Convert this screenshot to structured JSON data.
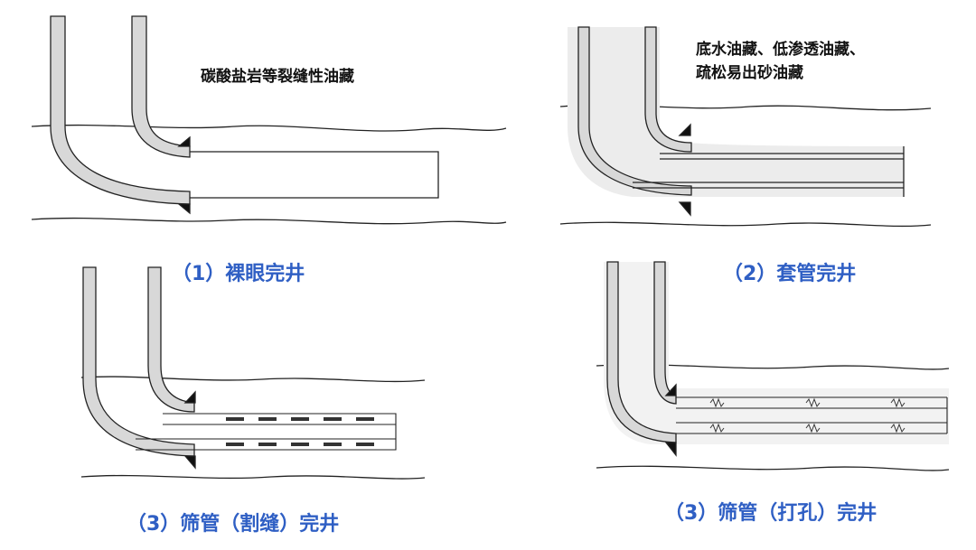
{
  "panels": [
    {
      "caption": "（1）裸眼完井",
      "note": "碳酸盐岩等裂缝性油藏"
    },
    {
      "caption": "（2）套管完井",
      "note_line1": "底水油藏、低渗透油藏、",
      "note_line2": "疏松易出砂油藏"
    },
    {
      "caption": "（3）筛管（割缝）完井"
    },
    {
      "caption": "（3）筛管（打孔）完井"
    }
  ],
  "colors": {
    "caption": "#2f5fc4",
    "pipe_fill": "#d8d8d8",
    "cement_fill": "#ececec",
    "line": "#222222"
  }
}
